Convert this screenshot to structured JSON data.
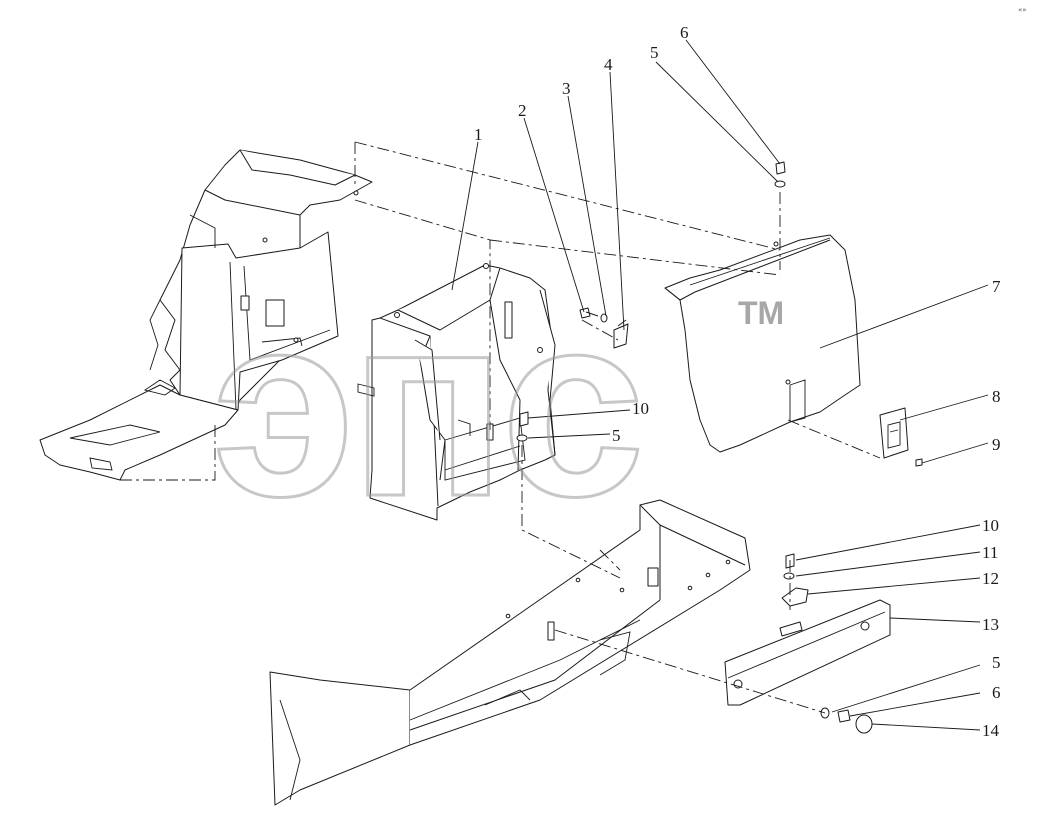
{
  "diagram": {
    "type": "exploded-parts-drawing",
    "callouts": [
      {
        "id": "c1",
        "label": "1"
      },
      {
        "id": "c2",
        "label": "2"
      },
      {
        "id": "c3",
        "label": "3"
      },
      {
        "id": "c4",
        "label": "4"
      },
      {
        "id": "c5a",
        "label": "5"
      },
      {
        "id": "c6a",
        "label": "6"
      },
      {
        "id": "c7",
        "label": "7"
      },
      {
        "id": "c8",
        "label": "8"
      },
      {
        "id": "c9",
        "label": "9"
      },
      {
        "id": "c10a",
        "label": "10"
      },
      {
        "id": "c5b",
        "label": "5"
      },
      {
        "id": "c10b",
        "label": "10"
      },
      {
        "id": "c11",
        "label": "11"
      },
      {
        "id": "c12",
        "label": "12"
      },
      {
        "id": "c13",
        "label": "13"
      },
      {
        "id": "c5c",
        "label": "5"
      },
      {
        "id": "c6b",
        "label": "6"
      },
      {
        "id": "c14",
        "label": "14"
      }
    ]
  },
  "watermark": {
    "text": "эпс",
    "trademark": "TM"
  },
  "corner_mark": "«»"
}
